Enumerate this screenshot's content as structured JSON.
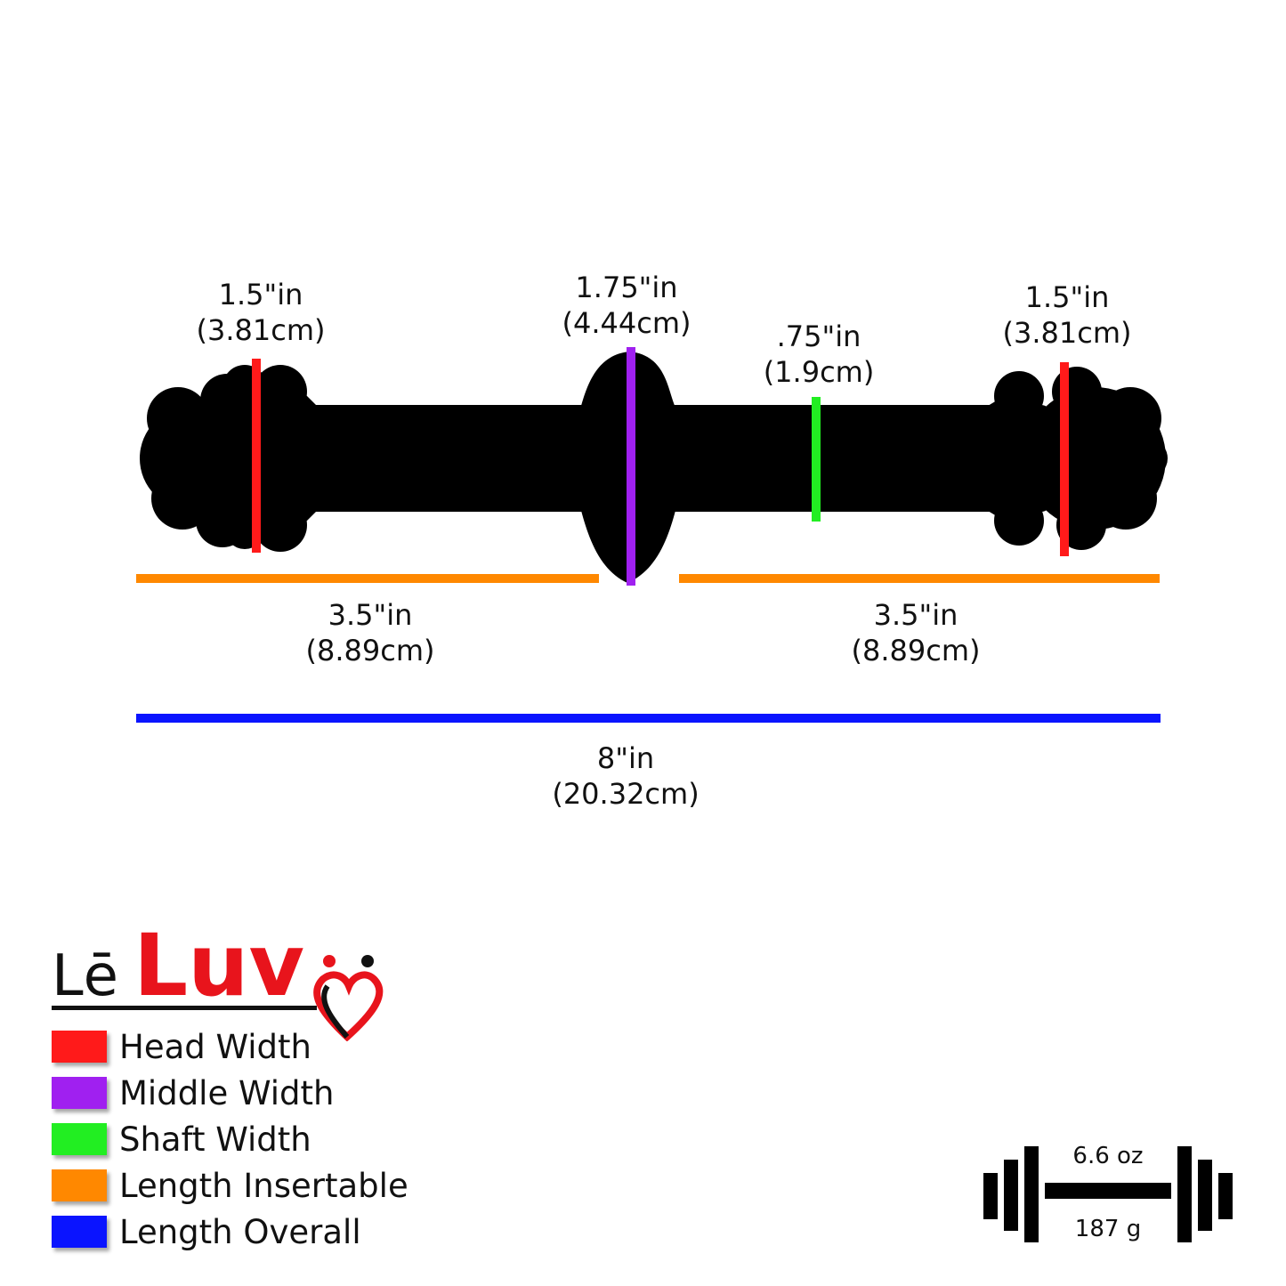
{
  "measurements": {
    "head_left": {
      "in": "1.5\"in",
      "cm": "(3.81cm)"
    },
    "middle": {
      "in": "1.75\"in",
      "cm": "(4.44cm)"
    },
    "shaft": {
      "in": ".75\"in",
      "cm": "(1.9cm)"
    },
    "head_right": {
      "in": "1.5\"in",
      "cm": "(3.81cm)"
    },
    "insert_left": {
      "in": "3.5\"in",
      "cm": "(8.89cm)"
    },
    "insert_right": {
      "in": "3.5\"in",
      "cm": "(8.89cm)"
    },
    "overall": {
      "in": "8\"in",
      "cm": "(20.32cm)"
    }
  },
  "brand": {
    "prefix": "Lē",
    "name": "Luv"
  },
  "legend": [
    {
      "label": "Head Width",
      "color": "#ff1a1a"
    },
    {
      "label": "Middle Width",
      "color": "#a020f0"
    },
    {
      "label": "Shaft Width",
      "color": "#22ee22"
    },
    {
      "label": "Length Insertable",
      "color": "#ff8800"
    },
    {
      "label": "Length Overall",
      "color": "#0a14ff"
    }
  ],
  "weight": {
    "oz": "6.6 oz",
    "g": "187 g",
    "icon": "dumbbell-icon"
  }
}
